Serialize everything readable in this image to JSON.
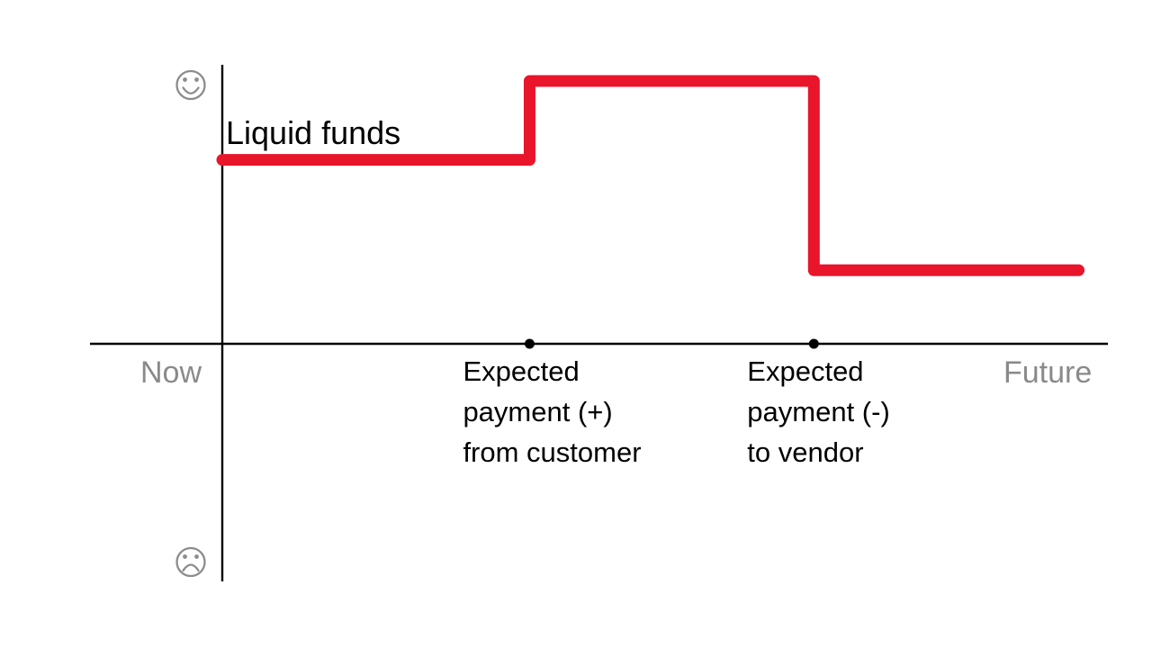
{
  "labels": {
    "liquid_funds": "Liquid funds",
    "now": "Now",
    "future": "Future"
  },
  "icons": {
    "y_axis_top": "smiley-face-icon",
    "y_axis_bottom": "sad-face-icon"
  },
  "colors": {
    "line": "#e8152b",
    "axis": "#000000",
    "muted_gray": "#8a8a8a",
    "text": "#000000"
  },
  "chart_data": {
    "type": "line",
    "subtype": "step",
    "title": "Liquid funds",
    "x_axis": {
      "left_label": "Now",
      "right_label": "Future",
      "unit": "time"
    },
    "y_axis": {
      "top_symbol": "smiley face (good)",
      "bottom_symbol": "sad face (bad)",
      "unit": "relative liquidity level"
    },
    "series": [
      {
        "name": "Liquid funds",
        "steps": [
          {
            "x_from": 0.0,
            "x_to": 0.347,
            "level": 0.7
          },
          {
            "x_from": 0.347,
            "x_to": 0.668,
            "level": 1.0
          },
          {
            "x_from": 0.668,
            "x_to": 0.967,
            "level": 0.28
          }
        ]
      }
    ],
    "events": [
      {
        "x": 0.347,
        "label": "Expected\npayment (+)\nfrom customer"
      },
      {
        "x": 0.668,
        "label": "Expected\npayment (-)\nto vendor"
      }
    ]
  }
}
